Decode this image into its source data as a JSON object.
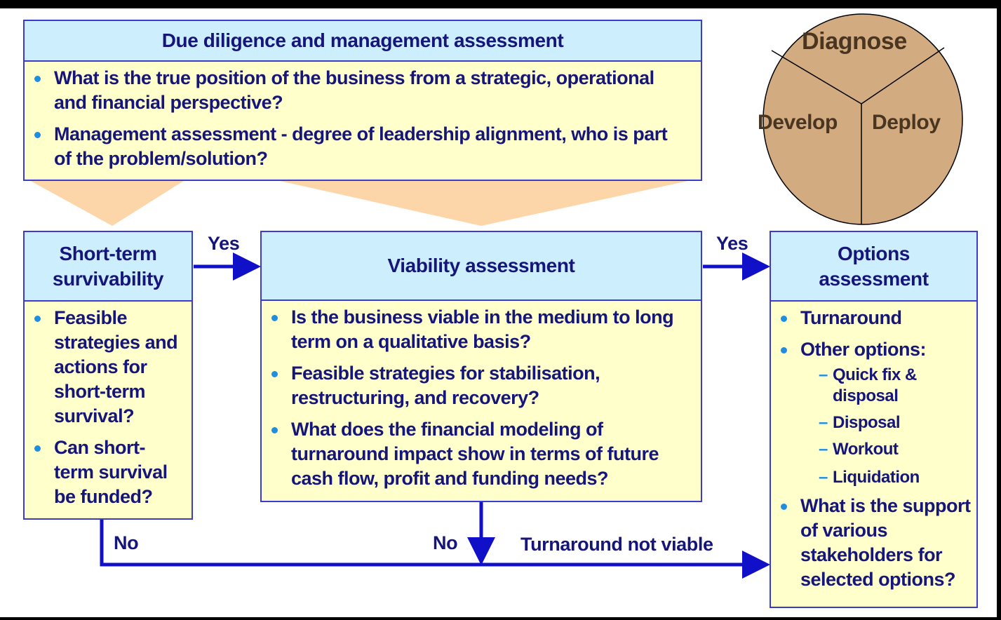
{
  "due_diligence": {
    "title": "Due diligence and management assessment",
    "bullets": [
      "What is the true position of the business from a strategic, operational and financial perspective?",
      "Management assessment - degree of leadership alignment, who is part of the problem/solution?"
    ]
  },
  "cycle": {
    "diagnose": "Diagnose",
    "develop": "Develop",
    "deploy": "Deploy"
  },
  "short_term": {
    "title": "Short-term survivability",
    "bullets": [
      "Feasible strategies and actions for short-term survival?",
      "Can short-term survival be funded?"
    ]
  },
  "viability": {
    "title": "Viability assessment",
    "bullets": [
      "Is the business viable in the medium to long term on a qualitative basis?",
      "Feasible strategies for stabilisation, restructuring, and recovery?",
      "What does the financial modeling of turnaround impact show in terms of future cash flow, profit and funding needs?"
    ]
  },
  "options": {
    "title": "Options assessment",
    "bullets": [
      "Turnaround",
      "Other options:"
    ],
    "sub": [
      "Quick fix & disposal",
      "Disposal",
      "Workout",
      "Liquidation"
    ],
    "last": "What is the support of various stakeholders for selected options?"
  },
  "flow": {
    "yes1": "Yes",
    "yes2": "Yes",
    "no1": "No",
    "no2": "No",
    "not_viable": "Turnaround not viable"
  },
  "colors": {
    "header": "#cdeefc",
    "body": "#ffffcc",
    "border": "#3c3ccc",
    "arrow": "#1010c8",
    "circle": "#d2ab80",
    "funnel": "#fcd5a8"
  }
}
